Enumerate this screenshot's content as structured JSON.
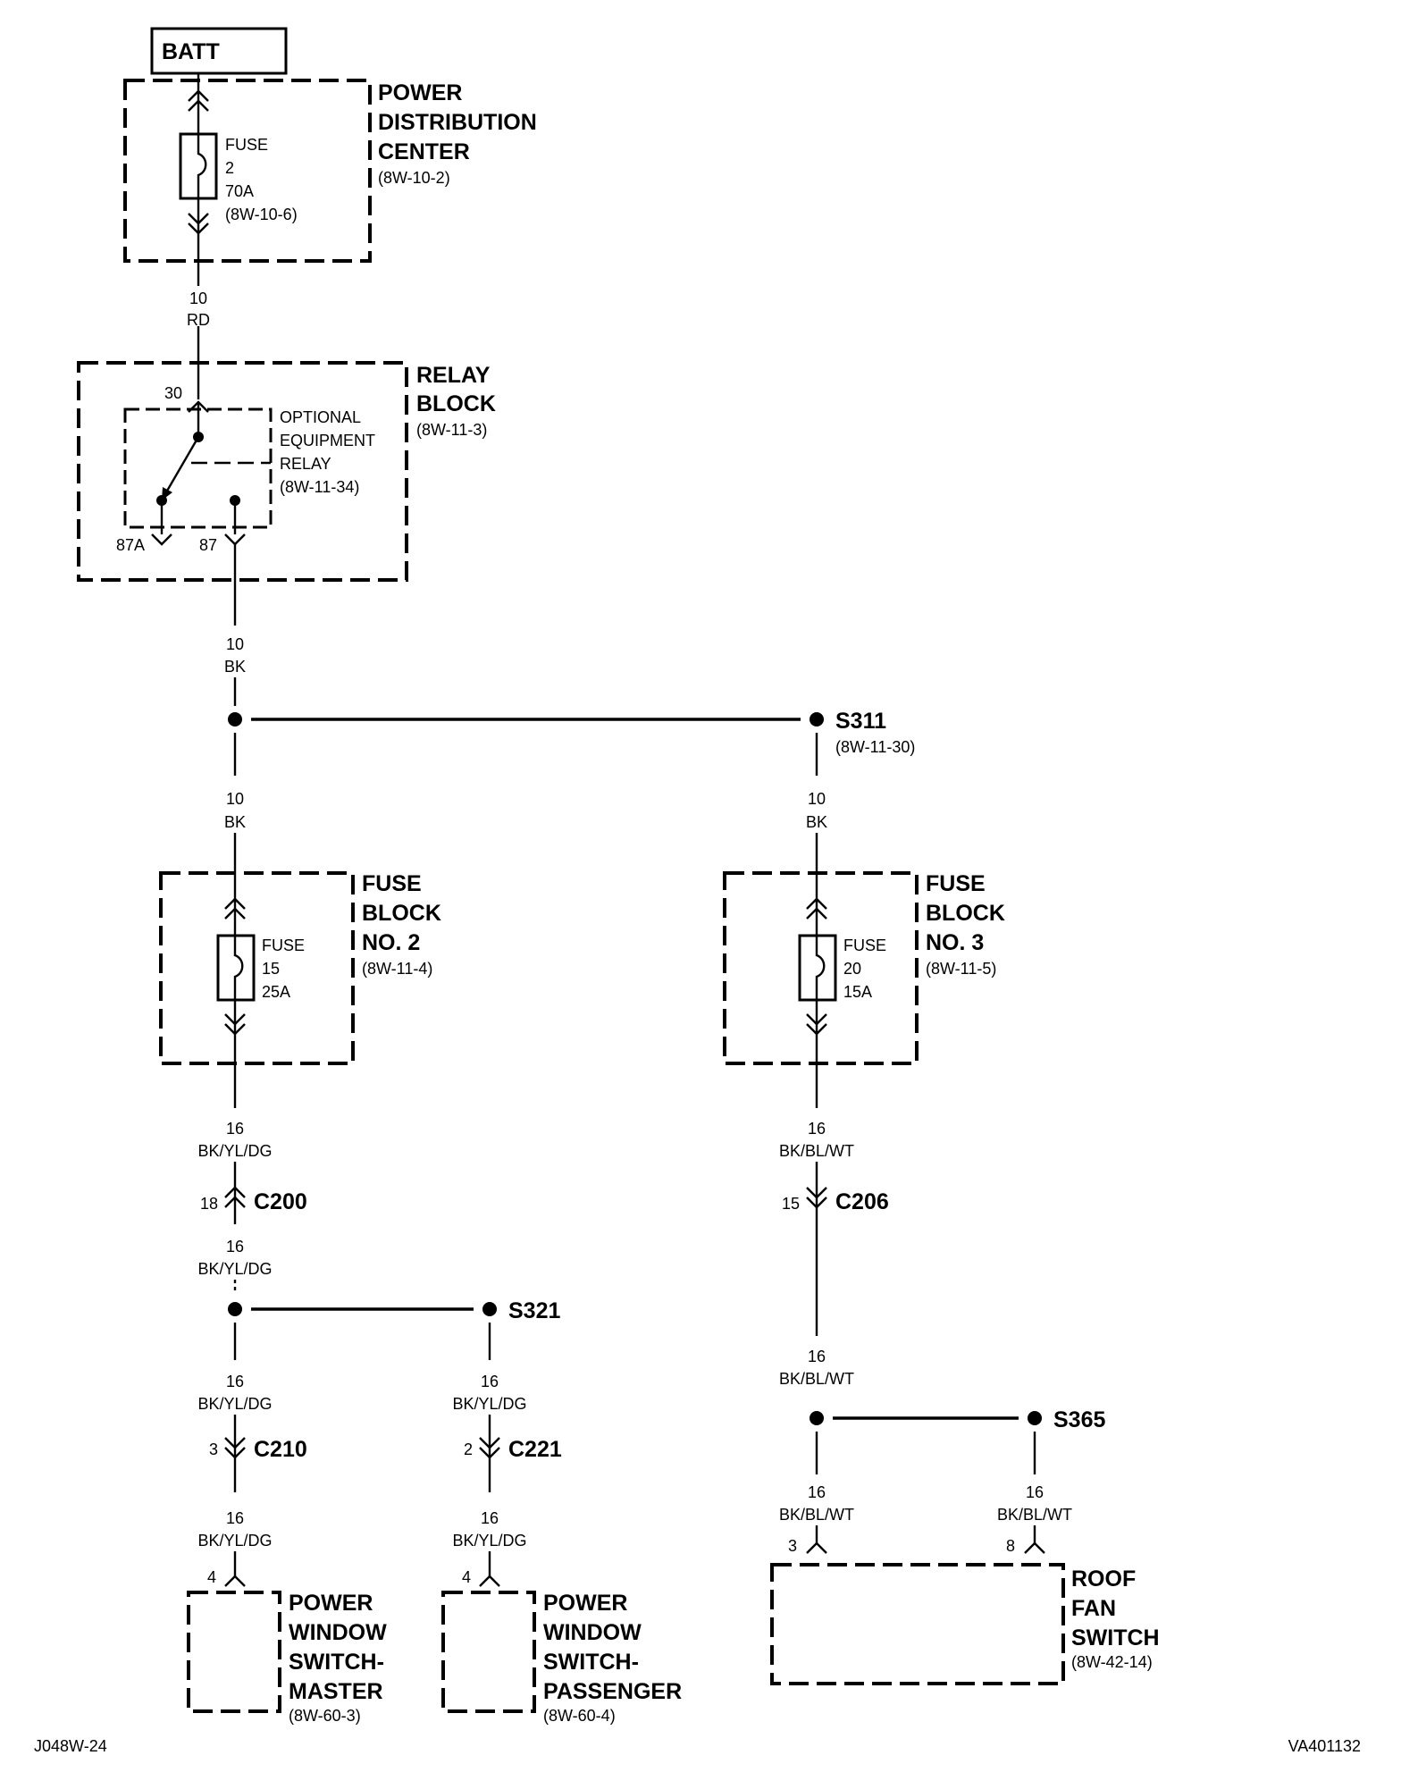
{
  "batt": "BATT",
  "pdc": {
    "l1": "POWER",
    "l2": "DISTRIBUTION",
    "l3": "CENTER",
    "ref": "(8W-10-2)"
  },
  "fuse2": {
    "l1": "FUSE",
    "l2": "2",
    "l3": "70A",
    "ref": "(8W-10-6)"
  },
  "w1": {
    "g": "10",
    "c": "RD"
  },
  "relay_block": {
    "l1": "RELAY",
    "l2": "BLOCK",
    "ref": "(8W-11-3)"
  },
  "relay": {
    "l1": "OPTIONAL",
    "l2": "EQUIPMENT",
    "l3": "RELAY",
    "ref": "(8W-11-34)"
  },
  "pins": {
    "p30": "30",
    "p87a": "87A",
    "p87": "87"
  },
  "w2": {
    "g": "10",
    "c": "BK"
  },
  "s311": {
    "name": "S311",
    "ref": "(8W-11-30)"
  },
  "w3": {
    "g": "10",
    "c": "BK"
  },
  "w4": {
    "g": "10",
    "c": "BK"
  },
  "fb2": {
    "l1": "FUSE",
    "l2": "BLOCK",
    "l3": "NO. 2",
    "ref": "(8W-11-4)"
  },
  "fuse15": {
    "l1": "FUSE",
    "l2": "15",
    "l3": "25A"
  },
  "fb3": {
    "l1": "FUSE",
    "l2": "BLOCK",
    "l3": "NO. 3",
    "ref": "(8W-11-5)"
  },
  "fuse20": {
    "l1": "FUSE",
    "l2": "20",
    "l3": "15A"
  },
  "w5": {
    "g": "16",
    "c": "BK/YL/DG"
  },
  "w6": {
    "g": "16",
    "c": "BK/BL/WT"
  },
  "c200": {
    "name": "C200",
    "pin": "18"
  },
  "c206": {
    "name": "C206",
    "pin": "15"
  },
  "w7": {
    "g": "16",
    "c": "BK/YL/DG"
  },
  "s321": {
    "name": "S321"
  },
  "w8": {
    "g": "16",
    "c": "BK/BL/WT"
  },
  "w9": {
    "g": "16",
    "c": "BK/YL/DG"
  },
  "w10": {
    "g": "16",
    "c": "BK/YL/DG"
  },
  "c210": {
    "name": "C210",
    "pin": "3"
  },
  "c221": {
    "name": "C221",
    "pin": "2"
  },
  "s365": {
    "name": "S365"
  },
  "w11": {
    "g": "16",
    "c": "BK/BL/WT"
  },
  "w12": {
    "g": "16",
    "c": "BK/BL/WT"
  },
  "w13": {
    "g": "16",
    "c": "BK/YL/DG"
  },
  "w14": {
    "g": "16",
    "c": "BK/YL/DG"
  },
  "roof_pins": {
    "a": "3",
    "b": "8"
  },
  "roof": {
    "l1": "ROOF",
    "l2": "FAN",
    "l3": "SWITCH",
    "ref": "(8W-42-14)"
  },
  "pwm": {
    "pin": "4",
    "l1": "POWER",
    "l2": "WINDOW",
    "l3": "SWITCH-",
    "l4": "MASTER",
    "ref": "(8W-60-3)"
  },
  "pwp": {
    "pin": "4",
    "l1": "POWER",
    "l2": "WINDOW",
    "l3": "SWITCH-",
    "l4": "PASSENGER",
    "ref": "(8W-60-4)"
  },
  "footer": {
    "left": "J048W-24",
    "right": "VA401132"
  }
}
